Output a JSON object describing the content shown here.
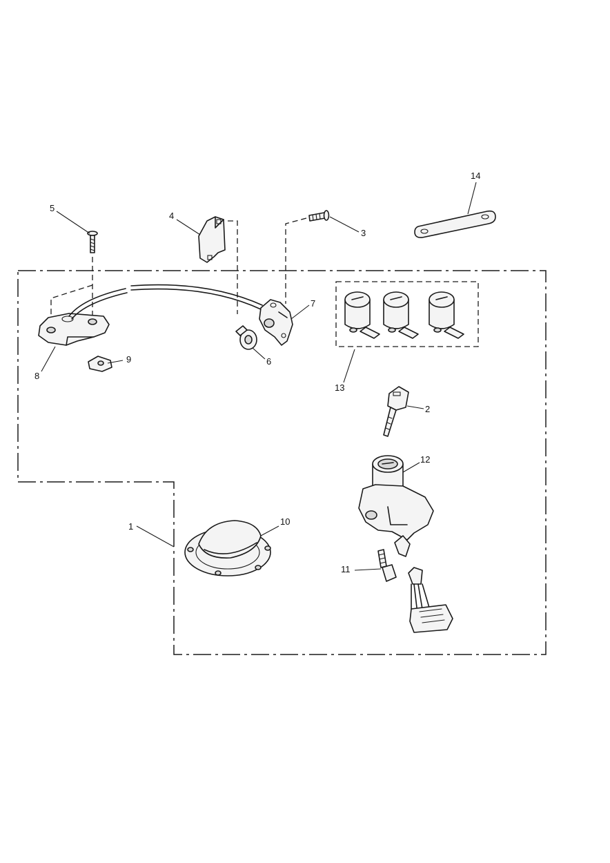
{
  "callouts": {
    "c1": "1",
    "c2": "2",
    "c3": "3",
    "c4": "4",
    "c5": "5",
    "c6": "6",
    "c7": "7",
    "c8": "8",
    "c9": "9",
    "c10": "10",
    "c11": "11",
    "c12": "12",
    "c13": "13",
    "c14": "14"
  },
  "colors": {
    "line": "#1a1a1a",
    "part_fill": "#f4f4f4",
    "background": "#ffffff"
  }
}
